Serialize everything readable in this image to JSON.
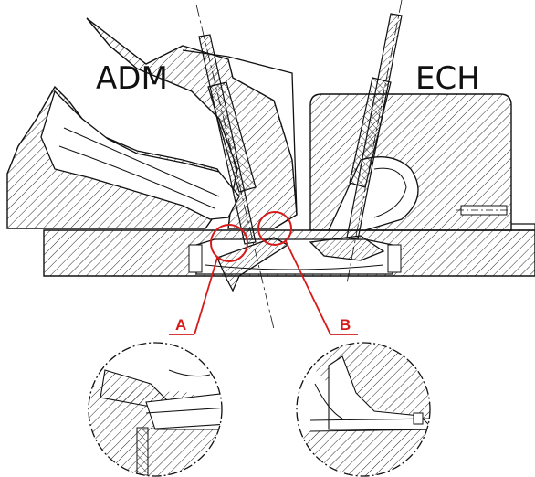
{
  "labels": {
    "intake": "ADM",
    "exhaust": "ECH",
    "detail_a": "A",
    "detail_b": "B"
  },
  "colors": {
    "line": "#111111",
    "callout": "#d61a1a",
    "background": "#ffffff"
  }
}
